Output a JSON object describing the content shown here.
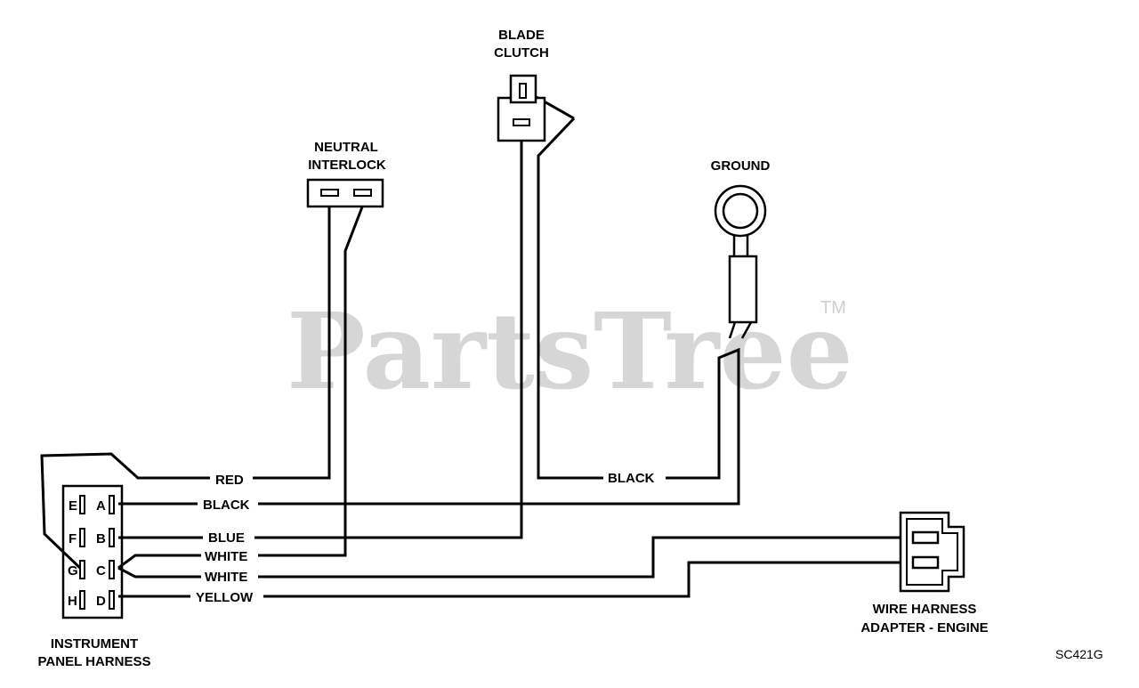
{
  "watermark": {
    "text": "PartsTree",
    "trademark": "TM"
  },
  "components": {
    "blade_clutch": {
      "line1": "BLADE",
      "line2": "CLUTCH"
    },
    "neutral_interlock": {
      "line1": "NEUTRAL",
      "line2": "INTERLOCK"
    },
    "ground": {
      "label": "GROUND"
    },
    "instrument_panel_harness": {
      "line1": "INSTRUMENT",
      "line2": "PANEL HARNESS"
    },
    "wire_harness_adapter": {
      "line1": "WIRE HARNESS",
      "line2": "ADAPTER - ENGINE"
    }
  },
  "connector_pins": {
    "left": [
      "E",
      "F",
      "G",
      "H"
    ],
    "right": [
      "A",
      "B",
      "C",
      "D"
    ]
  },
  "wires": {
    "red": "RED",
    "black_ground": "BLACK",
    "black_clutch": "BLACK",
    "blue": "BLUE",
    "white_1": "WHITE",
    "white_2": "WHITE",
    "yellow": "YELLOW"
  },
  "figure_code": "SC421G"
}
